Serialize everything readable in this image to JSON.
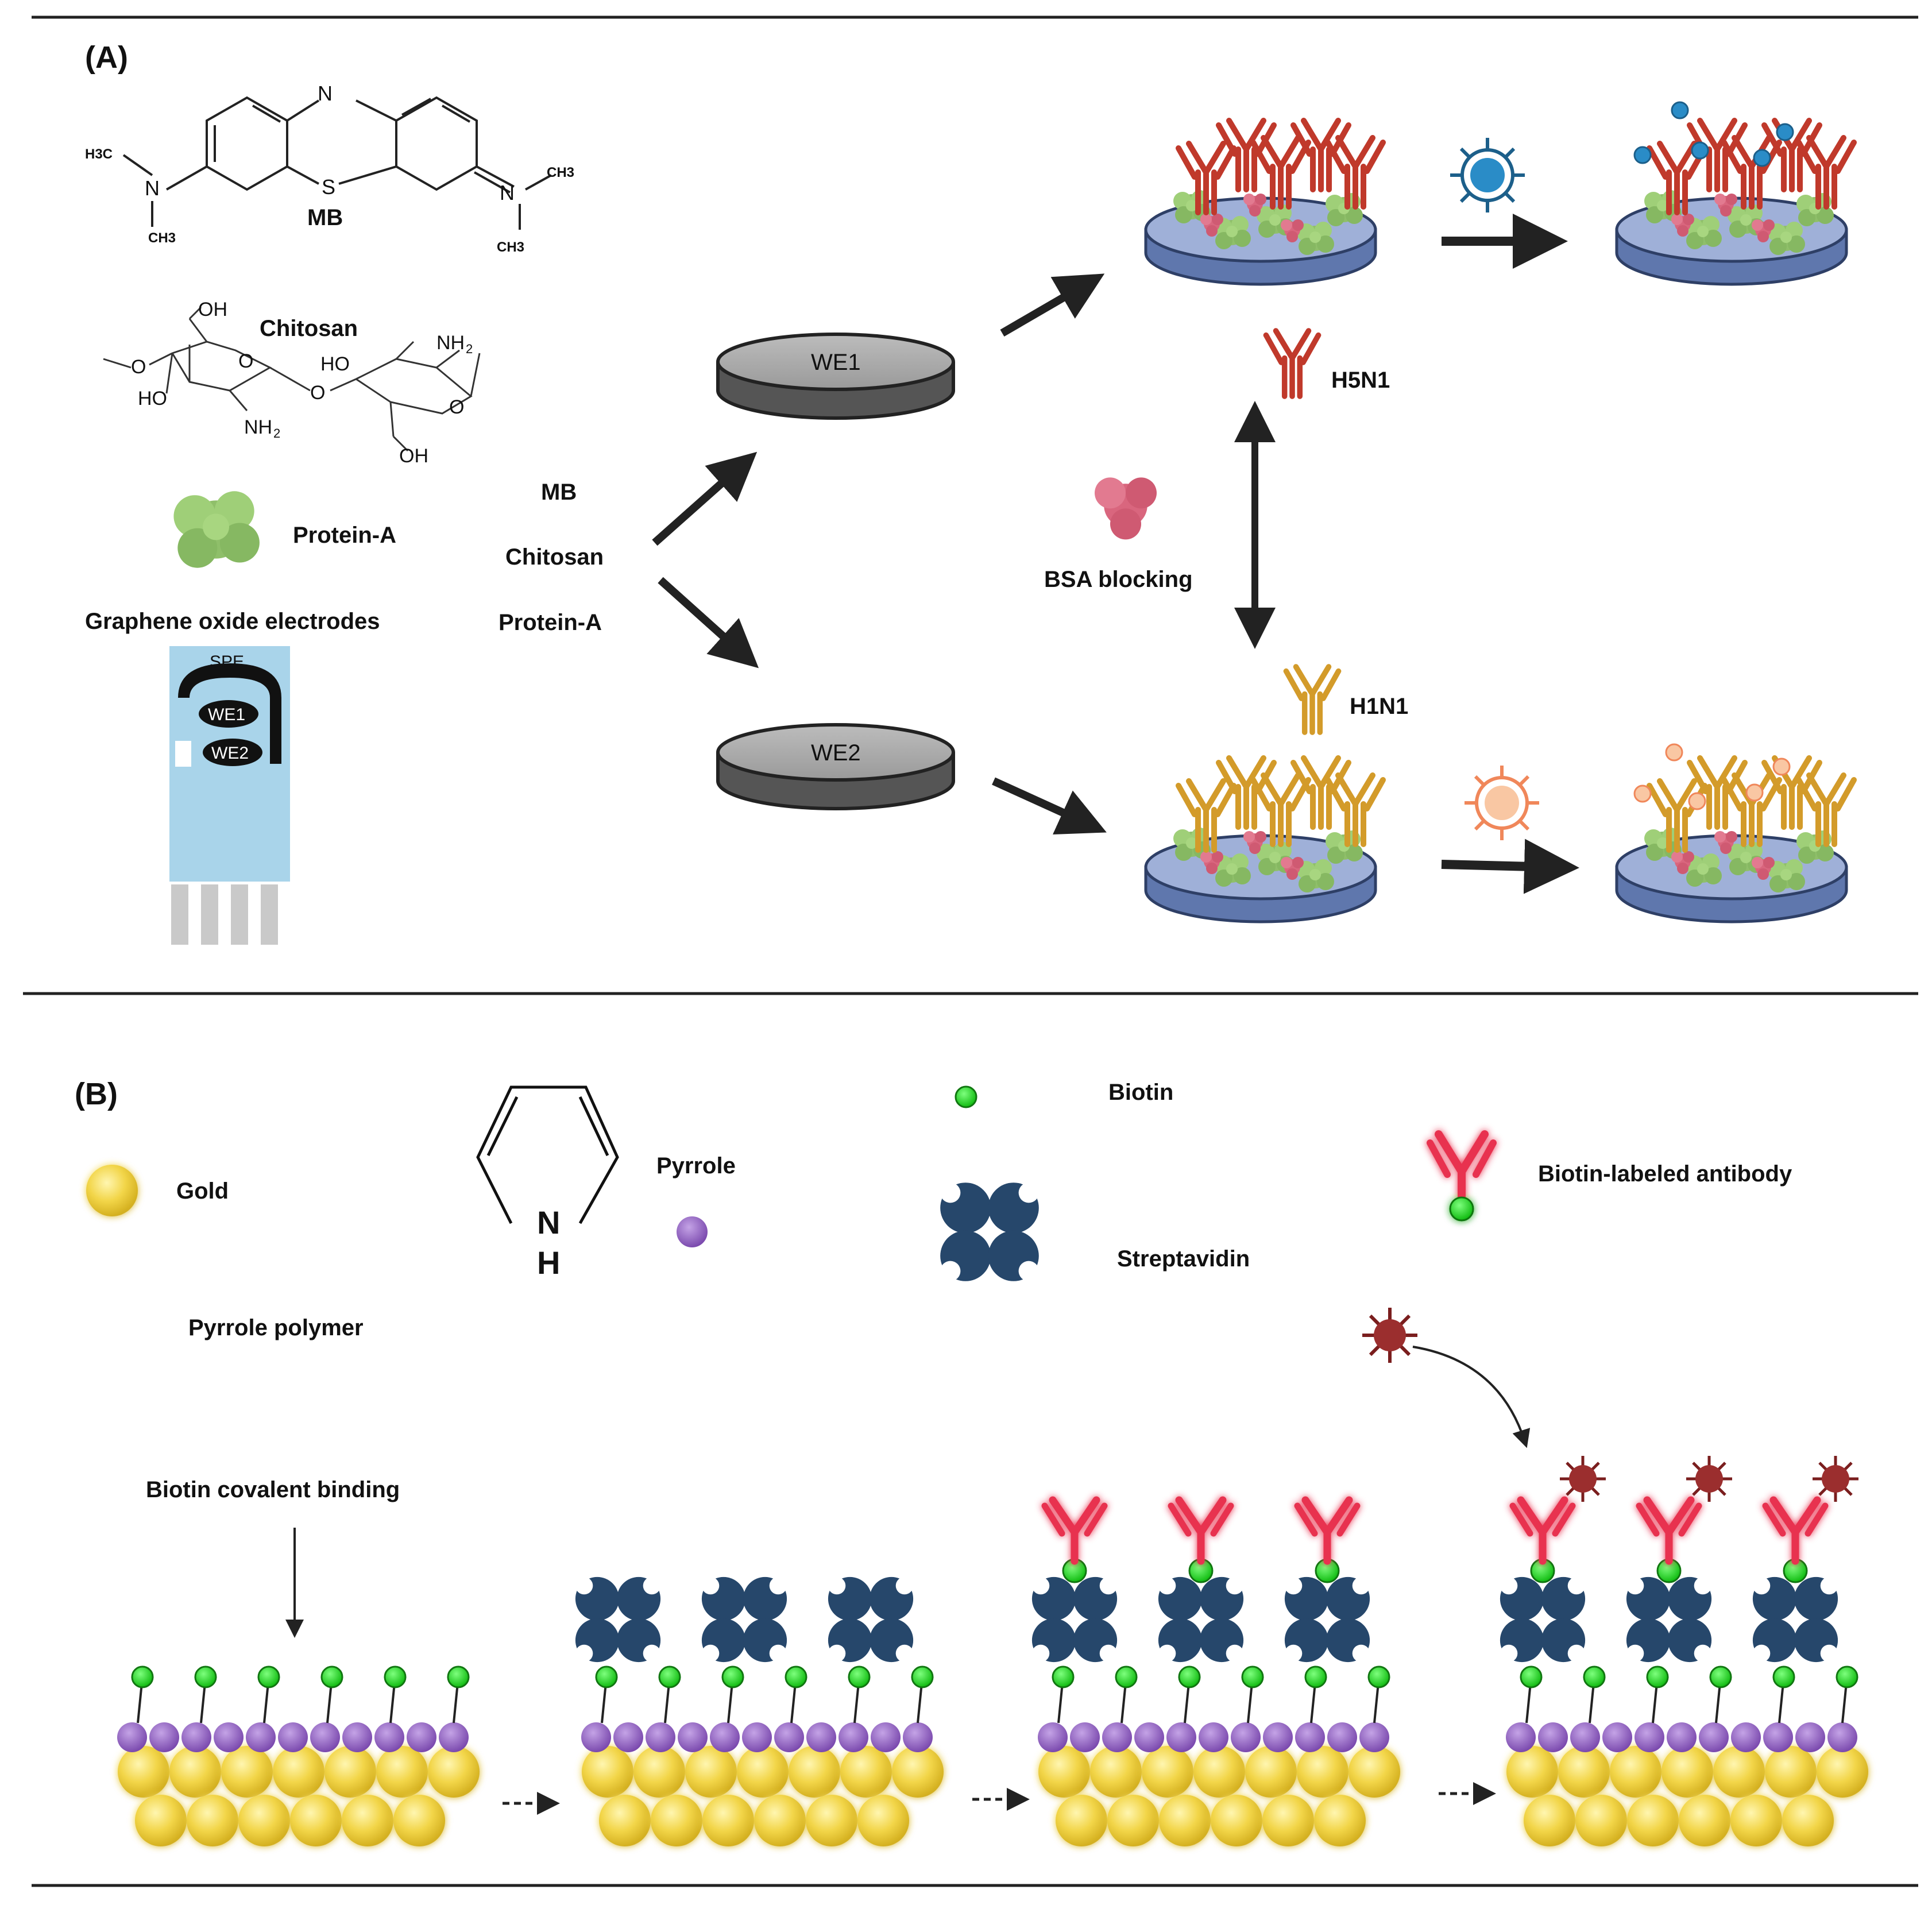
{
  "panel_a": {
    "label": "(A)",
    "mb_structure": {
      "caption": "MB",
      "atom_n_top": "N",
      "atom_s": "S",
      "atom_n_left": "N",
      "atom_n_right": "N",
      "group_h3c": "H3C",
      "group_ch3_left": "CH3",
      "group_ch3_right_top": "CH3",
      "group_ch3_right_bottom": "CH3"
    },
    "chitosan_structure": {
      "caption": "Chitosan",
      "oh_top": "OH",
      "oh_bottom": "OH",
      "ho_left": "HO",
      "ho_right": "HO",
      "nh2_left": "NH",
      "nh2_right": "NH",
      "nh2_sub": "2",
      "o_ring_left": "O",
      "o_ring_right": "O",
      "o_bridge": "O",
      "o_terminal": "O"
    },
    "protein_a_label": "Protein-A",
    "graphene_label": "Graphene oxide electrodes",
    "spe": {
      "title": "SPE",
      "we1": "WE1",
      "we2": "WE2"
    },
    "layers": [
      "MB",
      "Chitosan",
      "Protein-A"
    ],
    "disk_we1": "WE1",
    "disk_we2": "WE2",
    "bsa_label": "BSA blocking",
    "antibody_h5n1": "H5N1",
    "antibody_h1n1": "H1N1"
  },
  "panel_b": {
    "label": "(B)",
    "gold_label": "Gold",
    "pyrrole_label": "Pyrrole",
    "pyrrole_n": "N",
    "pyrrole_h": "H",
    "biotin_label": "Biotin",
    "streptavidin_label": "Streptavidin",
    "biotin_antibody_label": "Biotin-labeled antibody",
    "pyrrole_polymer_label": "Pyrrole polymer",
    "biotin_binding_label": "Biotin covalent binding"
  },
  "colors": {
    "h5n1_antibody": "#c0392b",
    "h1n1_antibody": "#d39b2a",
    "protein_a": "#8fbf6a",
    "bsa": "#d9667e",
    "disk_top": "#9fb0d8",
    "disk_side": "#5f77ad",
    "spe_strip": "#a9d4ea",
    "gold": "#f2d548",
    "pyrrole_bead": "#8e5fbf",
    "biotin": "#22dd22",
    "streptavidin": "#26476b",
    "labeled_antibody": "#e8334f",
    "virus_blue": "#2a8cc7",
    "virus_orange": "#f4a070",
    "virus_red": "#9b2e2e"
  },
  "icons": [
    "methylene-blue-structure",
    "chitosan-structure",
    "pyrrole-structure",
    "virus-icon",
    "antibody-icon",
    "protein-a-icon",
    "bsa-icon",
    "streptavidin-icon",
    "gold-nanoparticle-icon",
    "biotin-icon"
  ]
}
